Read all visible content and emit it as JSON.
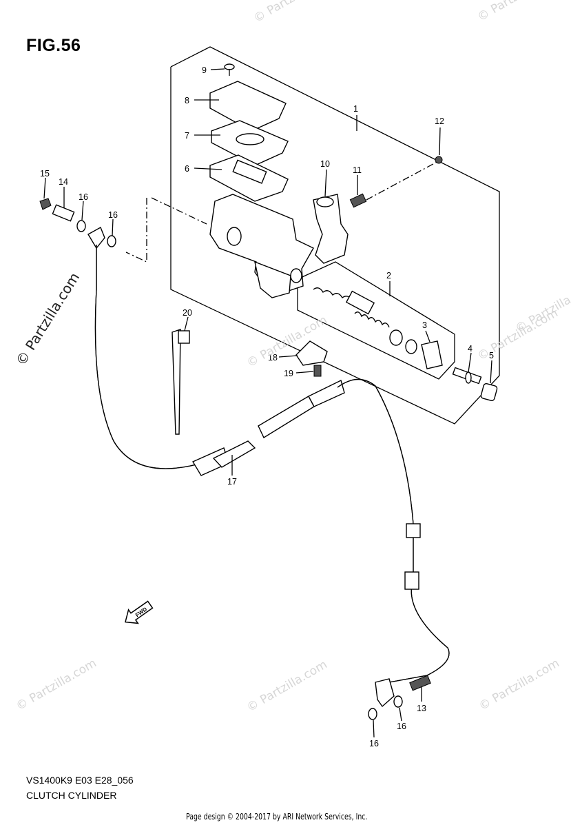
{
  "figure": {
    "title": "FIG.56",
    "model_code": "VS1400K9 E03 E28_056",
    "section_title": "CLUTCH CYLINDER"
  },
  "footer": {
    "page_design": "Page design © 2004-2017 by ARI Network Services, Inc."
  },
  "watermarks": {
    "light": "© Partzilla.com",
    "dark": "© Partzilla.com"
  },
  "direction_arrow": {
    "label": "FWD"
  },
  "callouts": [
    "1",
    "2",
    "3",
    "4",
    "5",
    "6",
    "7",
    "8",
    "9",
    "10",
    "11",
    "12",
    "13",
    "14",
    "15",
    "16",
    "16",
    "16",
    "16",
    "17",
    "18",
    "19",
    "20"
  ],
  "colors": {
    "line": "#000000",
    "watermark": "#d6d6d6",
    "background": "#ffffff"
  }
}
